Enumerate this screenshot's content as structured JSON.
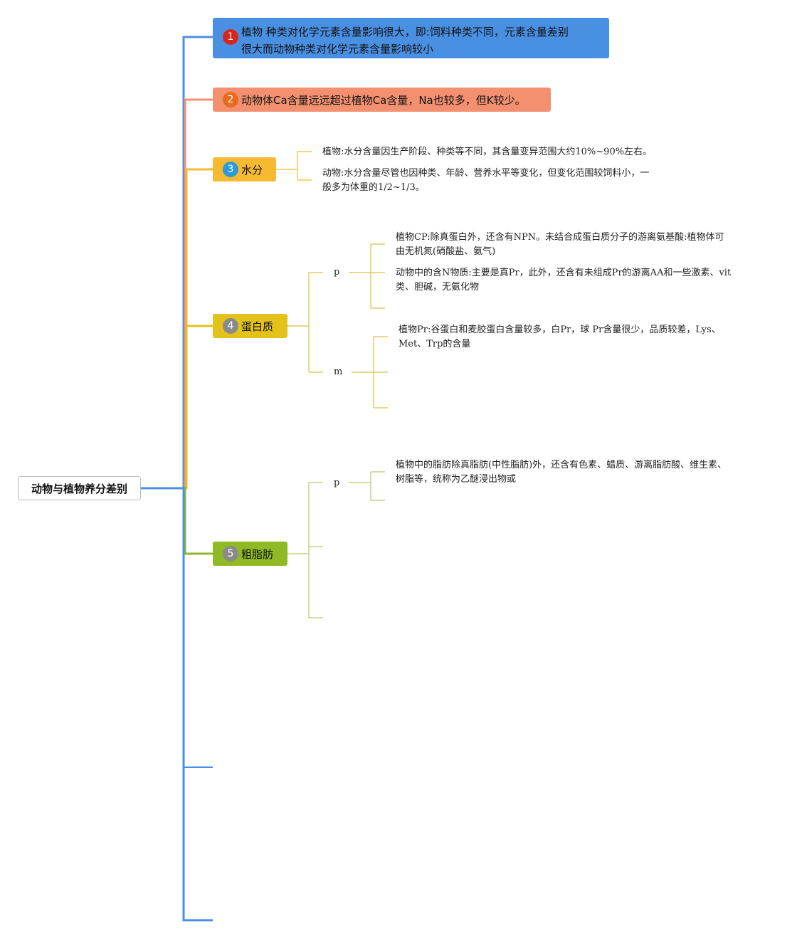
{
  "root": {
    "label": "动物与植物养分差别"
  },
  "topics": [
    {
      "number": "1",
      "line1": "植物 种类对化学元素含量影响很大，即:饲料种类不同，元素含量差别",
      "line2": "很大而动物种类对化学元素含量影响较小",
      "color": "#4a90e2",
      "badge_color": "#d9261c"
    },
    {
      "number": "2",
      "label": "动物体Ca含量远远超过植物Ca含量，Na也较多，但K较少。",
      "color": "#f39070",
      "badge_color": "#e86a1c"
    },
    {
      "number": "3",
      "label": "水分",
      "color": "#f6b932",
      "badge_color": "#2a9ad8"
    },
    {
      "number": "4",
      "label": "蛋白质",
      "color": "#e3c21b",
      "badge_color": "#8a8a8a"
    },
    {
      "number": "5",
      "label": "粗脂肪",
      "color": "#8fb925",
      "badge_color": "#8a8a8a"
    }
  ],
  "water": {
    "plant": "植物:水分含量因生产阶段、种类等不同，其含量变异范围大约10%~90%左右。",
    "animal_line1": "动物:水分含量尽管也因种类、年龄、营养水平等变化，但变化范围较饲料小，一",
    "animal_line2": "般多为体重的1/2~1/3。"
  },
  "protein": {
    "p_label": "p",
    "m_label": "m",
    "plant_cp_line1": "植物CP:除真蛋白外，还含有NPN。未结合成蛋白质分子的游离氨基酸:植物体可",
    "plant_cp_line2": "由无机氮(硝酸盐、氨气)",
    "animal_n_line1": "动物中的含N物质:主要是真Pr，此外，还含有未组成Pr的游离AA和一些激素、vit",
    "animal_n_line2": "类、胆碱，无氨化物",
    "plant_pr_line1": "植物Pr:谷蛋白和麦胶蛋白含量较多，白Pr，球 Pr含量很少，品质较差，Lys、",
    "plant_pr_line2": "Met、Trp的含量"
  },
  "fat": {
    "p_label": "p",
    "plant_fat_line1": "植物中的脂肪除真脂肪(中性脂肪)外，还含有色素、蜡质、游离脂肪酸、维生素、",
    "plant_fat_line2": "树脂等，统称为乙醚浸出物或"
  }
}
